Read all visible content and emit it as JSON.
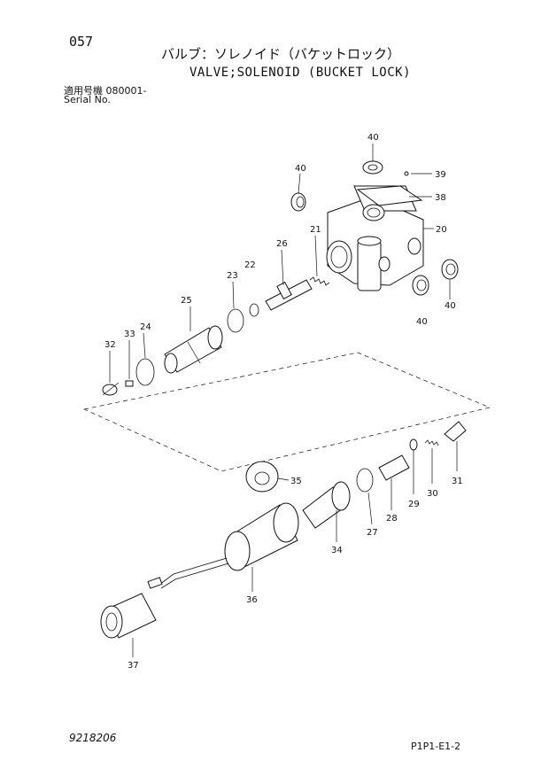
{
  "header": {
    "page_number": "057",
    "title_jp": "バルブ：ソレノイド（バケットロック）",
    "title_en": "VALVE;SOLENOID (BUCKET LOCK)",
    "serial_label_jp": "適用号機 080001-",
    "serial_label_en": "Serial No."
  },
  "footer": {
    "document_number": "9218206",
    "page_code": "P1P1-E1-2"
  },
  "callouts": {
    "p40a": "40",
    "p40b": "40",
    "p40c": "40",
    "p40d": "40",
    "p39": "39",
    "p38": "38",
    "p20": "20",
    "p21": "21",
    "p26": "26",
    "p22": "22",
    "p23": "23",
    "p25": "25",
    "p24": "24",
    "p33": "33",
    "p32": "32",
    "p35": "35",
    "p31": "31",
    "p30": "30",
    "p29": "29",
    "p28": "28",
    "p27": "27",
    "p34": "34",
    "p36": "36",
    "p37": "37"
  }
}
